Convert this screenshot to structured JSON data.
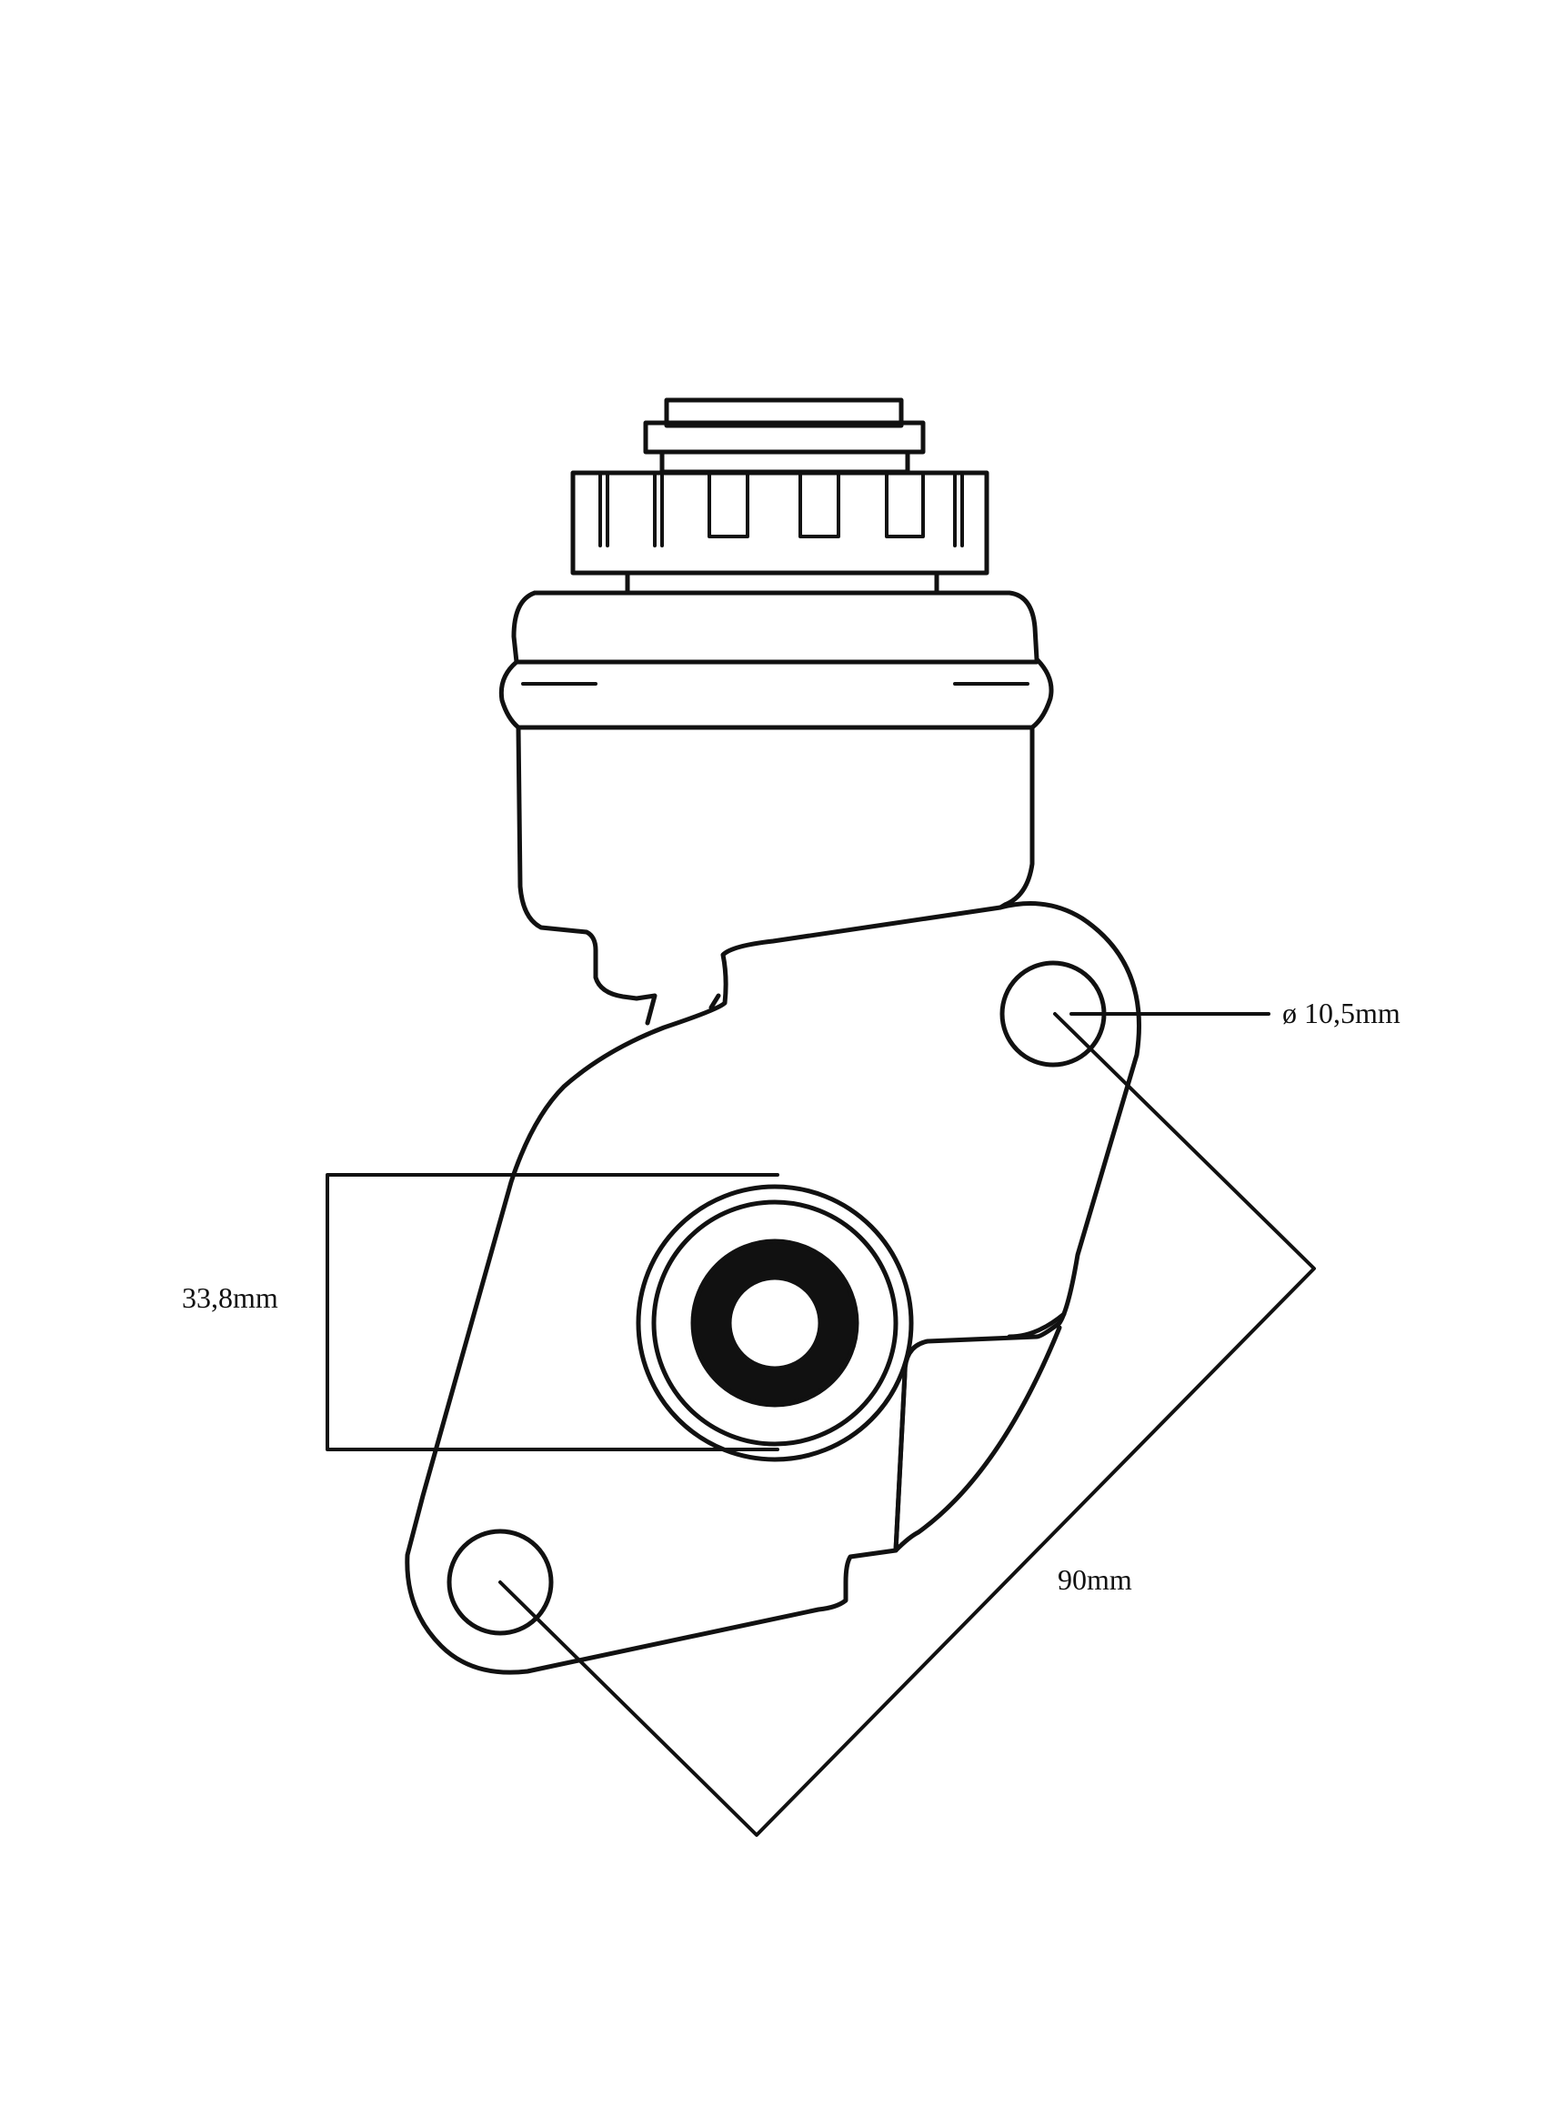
{
  "dimensions": {
    "hole_diameter": "ø 10,5mm",
    "bore_height": "33,8mm",
    "hole_spacing": "90mm"
  },
  "colors": {
    "line": "#111111",
    "background": "#ffffff"
  }
}
